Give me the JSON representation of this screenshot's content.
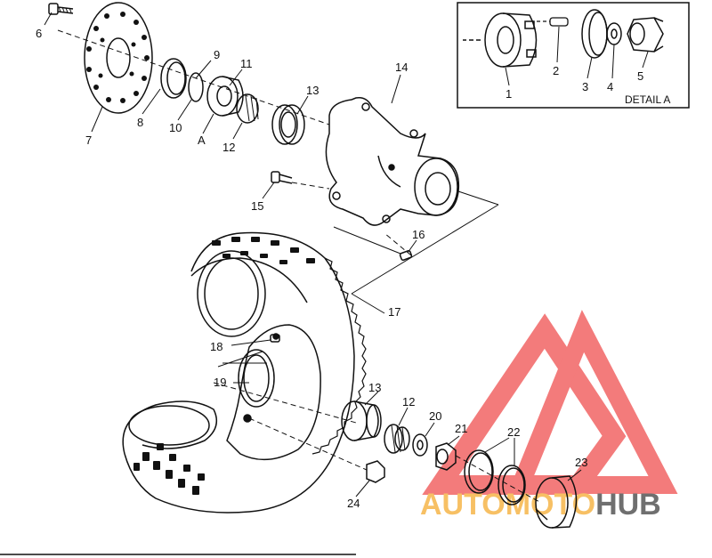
{
  "detail": {
    "title": "DETAIL A",
    "callouts": [
      "1",
      "2",
      "3",
      "4",
      "5"
    ]
  },
  "callouts": [
    "6",
    "7",
    "8",
    "9",
    "10",
    "A",
    "11",
    "12",
    "13",
    "14",
    "15",
    "16",
    "17",
    "18",
    "19",
    "13",
    "12",
    "20",
    "21",
    "22",
    "23",
    "24"
  ],
  "watermark": {
    "text_a": "AUTOMOTO",
    "text_b": "HUB",
    "color_a": "#f5a623",
    "color_b": "#333333",
    "triangle_color": "#ee4444"
  }
}
